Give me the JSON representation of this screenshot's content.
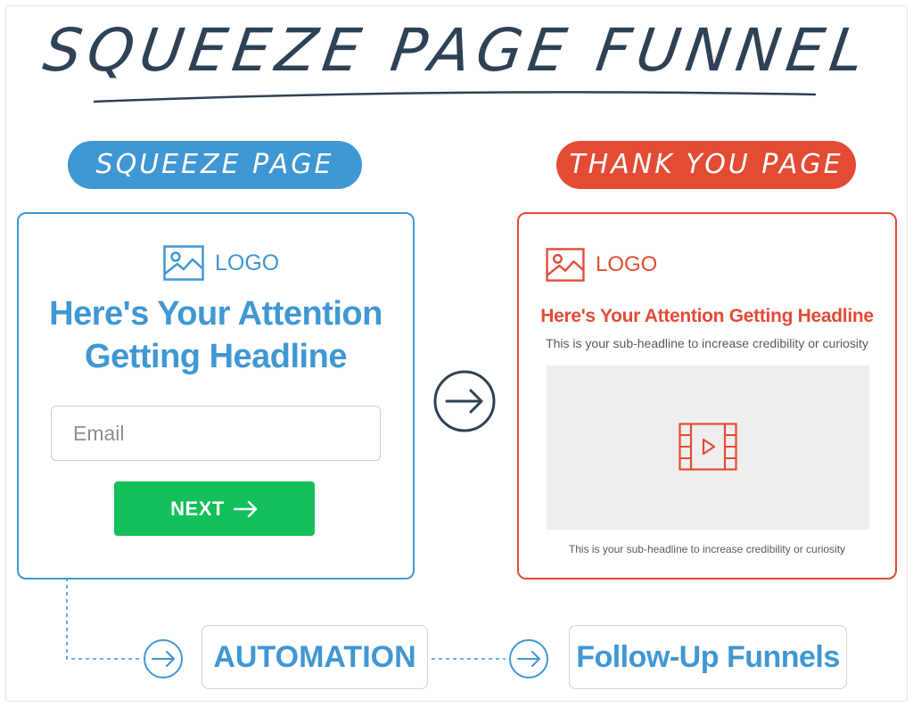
{
  "title": "SQUEEZE PAGE FUNNEL",
  "colors": {
    "blue": "#3f97d3",
    "red": "#e34b35",
    "green": "#13c05a",
    "dark": "#2f4154"
  },
  "squeeze_page": {
    "label": "SQUEEZE PAGE",
    "logo_text": "LOGO",
    "headline_line1": "Here's Your Attention",
    "headline_line2": "Getting Headline",
    "email_placeholder": "Email",
    "next_label": "NEXT"
  },
  "thank_you_page": {
    "label": "THANK YOU PAGE",
    "logo_text": "LOGO",
    "headline": "Here's Your Attention Getting Headline",
    "subheadline": "This is your sub-headline to increase credibility or curiosity",
    "caption": "This is your sub-headline to increase credibility or curiosity"
  },
  "flow": {
    "automation_label": "AUTOMATION",
    "followup_label": "Follow-Up Funnels"
  },
  "icons": [
    "image-icon",
    "arrow-right-icon",
    "video-icon",
    "circle-arrow-icon"
  ]
}
